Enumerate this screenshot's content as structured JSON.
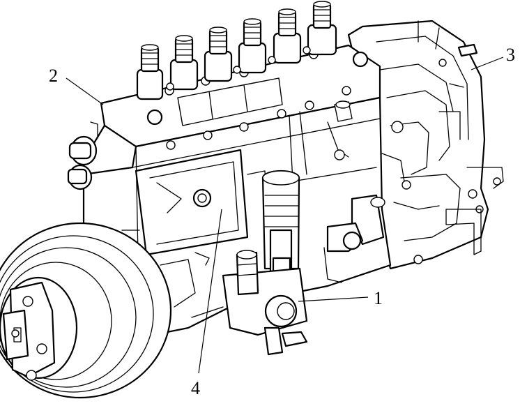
{
  "figure": {
    "callouts": [
      {
        "id": "1",
        "label": "1"
      },
      {
        "id": "2",
        "label": "2"
      },
      {
        "id": "3",
        "label": "3"
      },
      {
        "id": "4",
        "label": "4"
      }
    ]
  },
  "colors": {
    "line": "#000000",
    "background": "#ffffff"
  }
}
